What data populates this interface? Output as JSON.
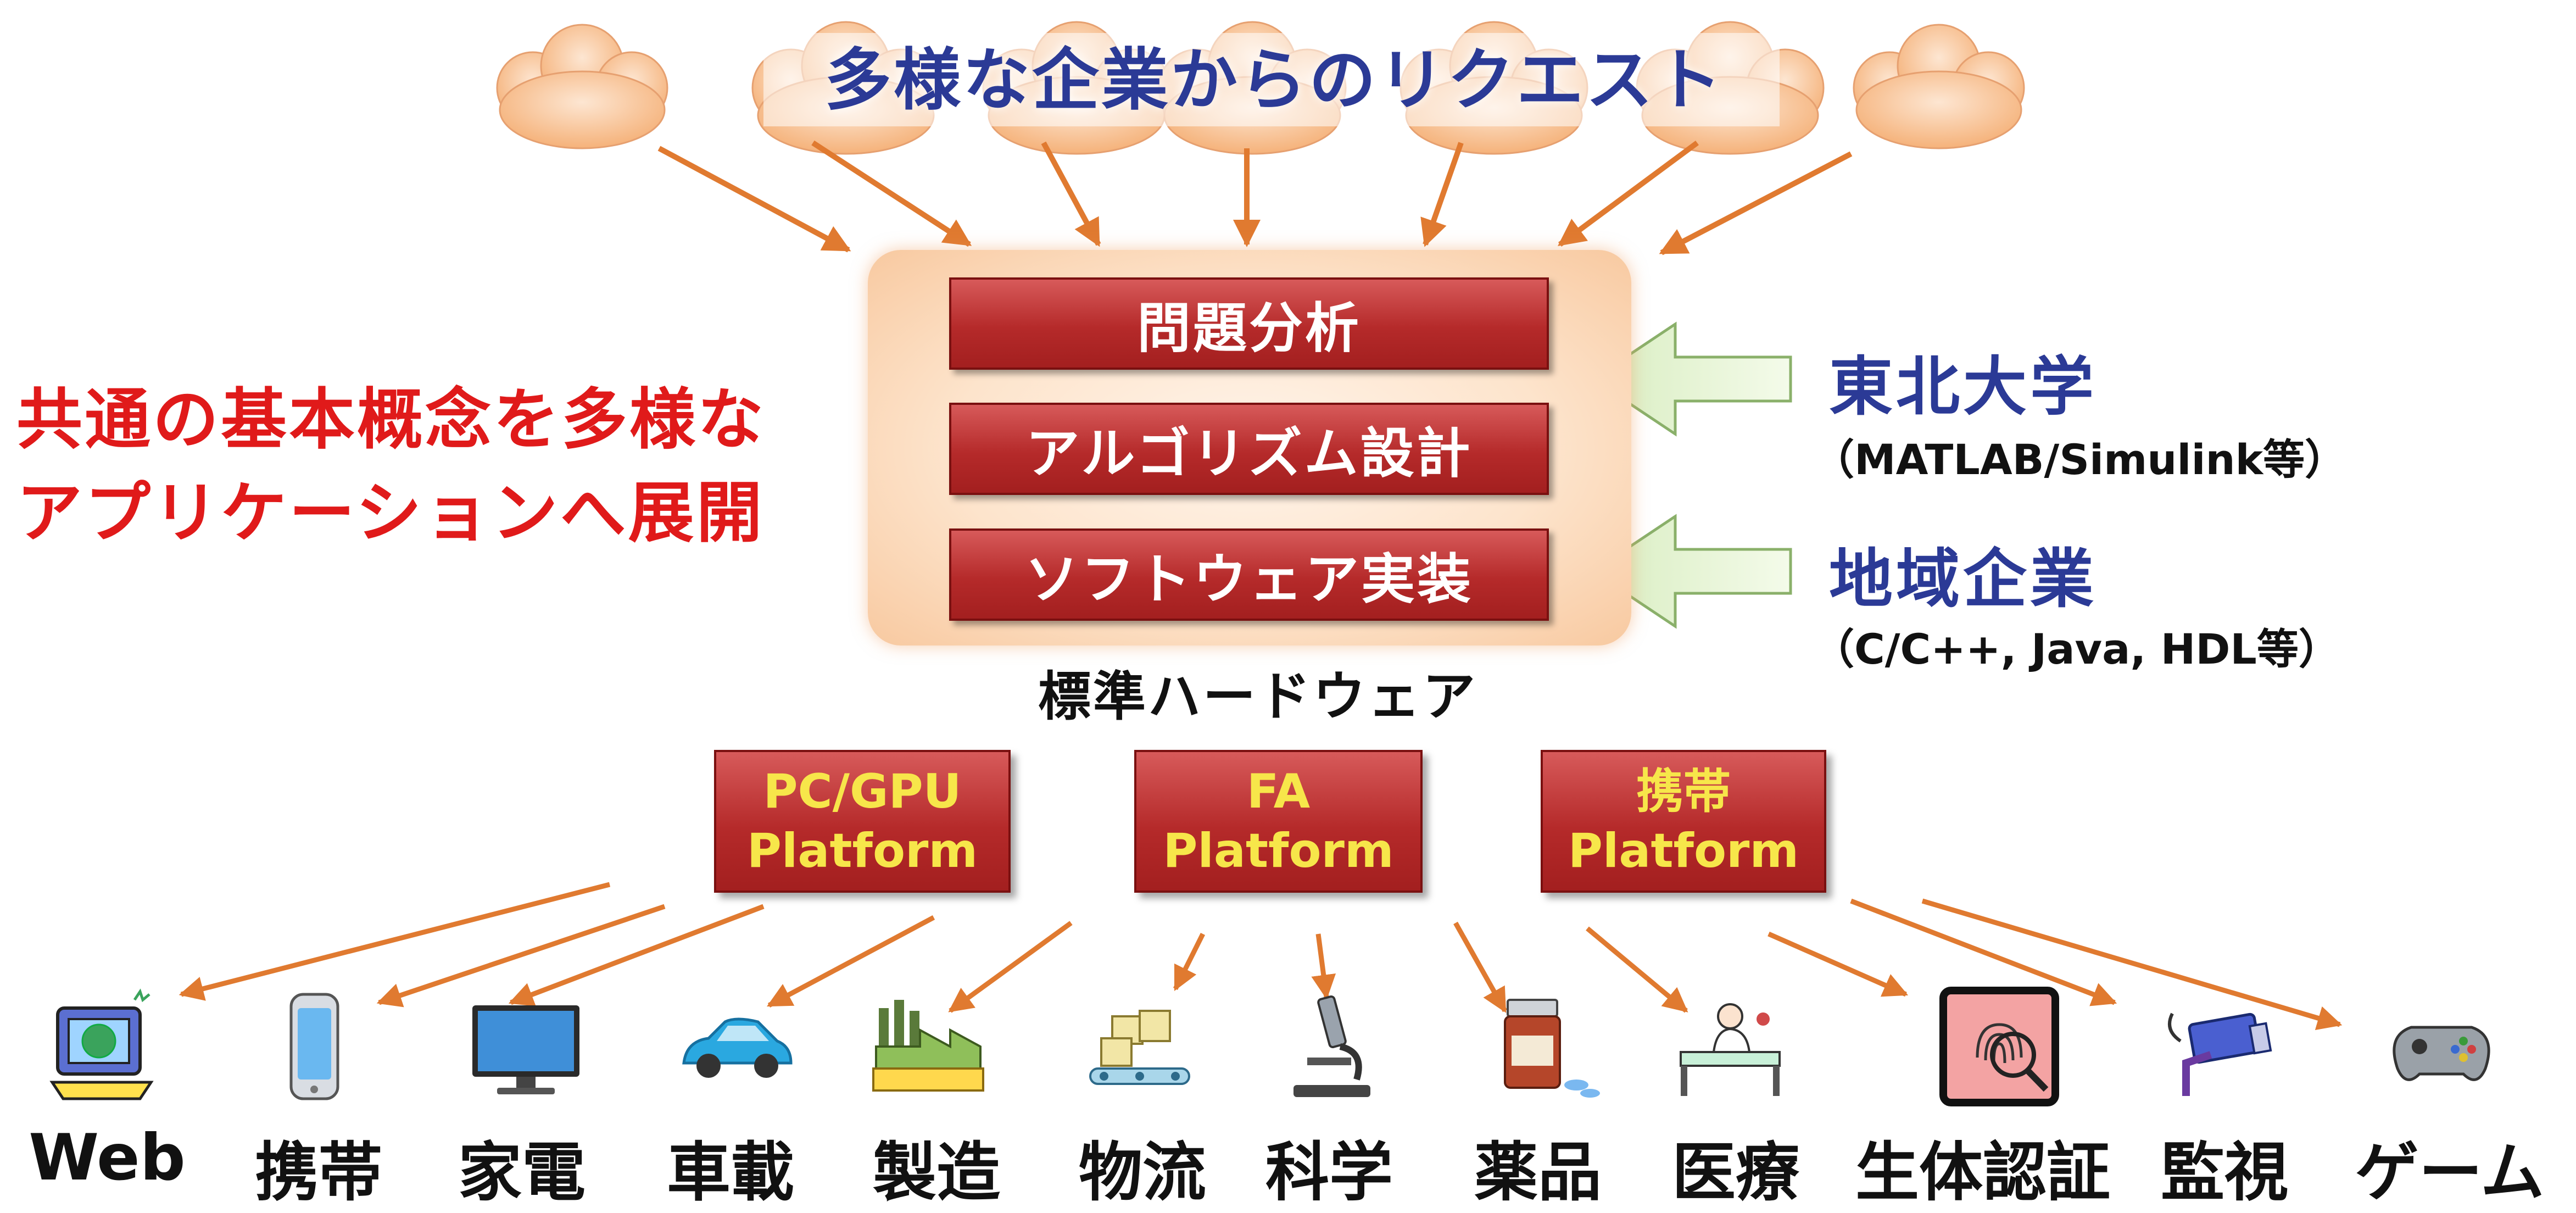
{
  "diagram": {
    "header": "多様な企業からのリクエスト",
    "process_steps": [
      "問題分析",
      "アルゴリズム設計",
      "ソフトウェア実装"
    ],
    "left_note": [
      "共通の基本概念を多様な",
      "アプリケーションへ展開"
    ],
    "contributors": [
      {
        "name": "東北大学",
        "detail": "（MATLAB/Simulink等）"
      },
      {
        "name": "地域企業",
        "detail": "（C/C++, Java, HDL等）"
      }
    ],
    "standard_hardware": "標準ハードウェア",
    "platforms": [
      {
        "line1": "PC/GPU",
        "line2": "Platform"
      },
      {
        "line1": "FA",
        "line2": "Platform"
      },
      {
        "line1": "携帯",
        "line2": "Platform"
      }
    ],
    "applications": [
      "Web",
      "携帯",
      "家電",
      "車載",
      "製造",
      "物流",
      "科学",
      "薬品",
      "医療",
      "生体認証",
      "監視",
      "ゲーム"
    ],
    "colors": {
      "title_blue": "#2b3a96",
      "note_red": "#e01a1a",
      "platform_text_yellow": "#f7e64a",
      "box_red": "#b52a2a",
      "arrow_orange": "#e07a30",
      "arrow_green_fill": "#e9f5d6",
      "cloud_fill": "#f9c8a0"
    }
  }
}
